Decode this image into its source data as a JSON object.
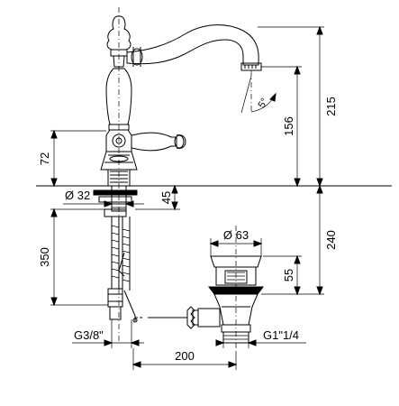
{
  "dimensions": {
    "dim_215": "215",
    "dim_156": "156",
    "dim_5deg": "5°",
    "dim_72": "72",
    "dim_d32": "Ø 32",
    "dim_45": "45",
    "dim_240": "240",
    "dim_d63": "Ø 63",
    "dim_350": "350",
    "dim_55": "55",
    "dim_g38": "G3/8\"",
    "dim_g114": "G1\"1/4",
    "dim_200": "200"
  }
}
